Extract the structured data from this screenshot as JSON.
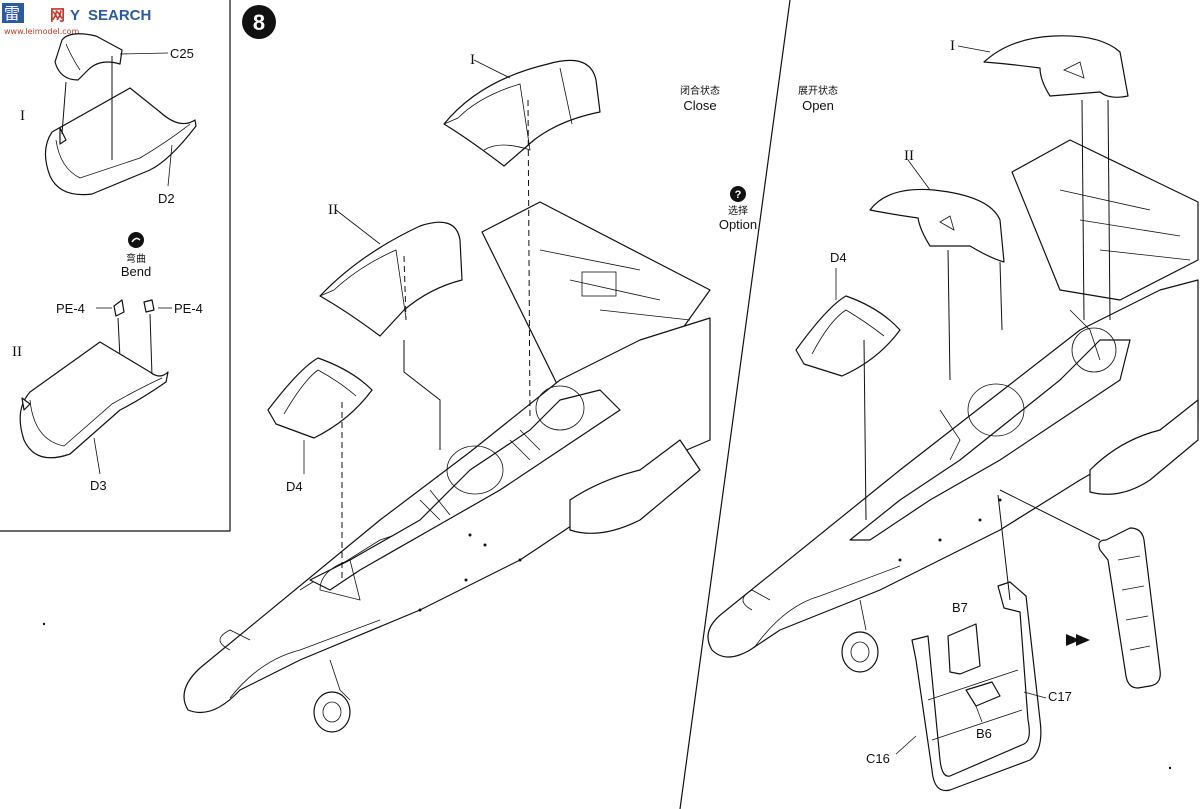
{
  "watermark": {
    "glyph": "雷",
    "glyph2": "网",
    "brand": "SEARCH",
    "brand_prefix": "Y",
    "url": "www.leimodel.com"
  },
  "step": {
    "number": "8"
  },
  "inset": {
    "roman1": "I",
    "roman2": "II",
    "c25": "C25",
    "d2": "D2",
    "bend_cn": "弯曲",
    "bend_en": "Bend",
    "pe4_left": "PE-4",
    "pe4_right": "PE-4",
    "d3": "D3"
  },
  "left_view": {
    "roman1": "I",
    "roman2": "II",
    "d4": "D4",
    "state_cn": "闭合状态",
    "state_en": "Close"
  },
  "option": {
    "symbol": "?",
    "cn": "选择",
    "en": "Option"
  },
  "right_view": {
    "roman1": "I",
    "roman2": "II",
    "d4": "D4",
    "state_cn": "展开状态",
    "state_en": "Open",
    "b7": "B7",
    "b6": "B6",
    "c17": "C17",
    "c16": "C16"
  },
  "colors": {
    "ink": "#111111",
    "paper": "#ffffff",
    "watermark_red": "#c0392b",
    "watermark_blue": "#2c5aa0"
  }
}
